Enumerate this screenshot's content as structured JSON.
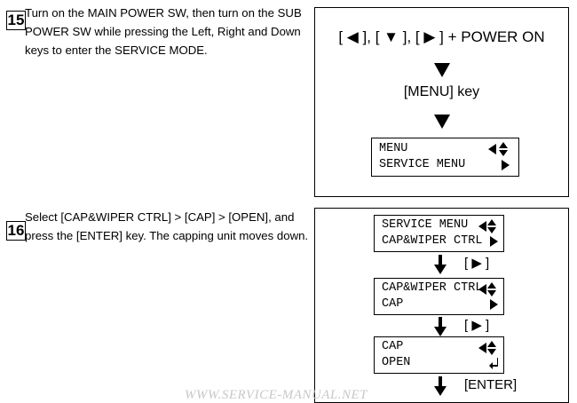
{
  "step15": {
    "number": "15",
    "text": "Turn on the MAIN POWER SW, then turn on the SUB POWER SW while pressing the Left, Right and Down keys to enter the SERVICE MODE.",
    "panel": {
      "key_combo": "[ ◀ ], [ ▼ ], [ ▶ ] + POWER ON",
      "menu_key_label": "[MENU] key",
      "lcd_lines": [
        "MENU",
        "SERVICE MENU"
      ]
    }
  },
  "step16": {
    "number": "16",
    "text": "Select [CAP&WIPER CTRL] > [CAP] > [OPEN], and press the [ENTER] key.  The capping unit moves down.",
    "panel": {
      "lcd1_lines": [
        "SERVICE MENU",
        "CAP&WIPER CTRL"
      ],
      "key1_label": "[ ▶ ]",
      "lcd2_lines": [
        "CAP&WIPER CTRL",
        "CAP"
      ],
      "key2_label": "[ ▶ ]",
      "lcd3_lines": [
        "CAP",
        "OPEN"
      ],
      "key3_label": "[ENTER]"
    }
  },
  "watermark": "WWW.SERVICE-MANUAL.NET",
  "colors": {
    "text": "#000000",
    "background": "#ffffff",
    "watermark": "#c8c8c8"
  },
  "icons": [
    "left-triangle-icon",
    "down-triangle-icon",
    "right-triangle-icon",
    "up-down-icon",
    "down-arrow-icon",
    "enter-icon"
  ]
}
